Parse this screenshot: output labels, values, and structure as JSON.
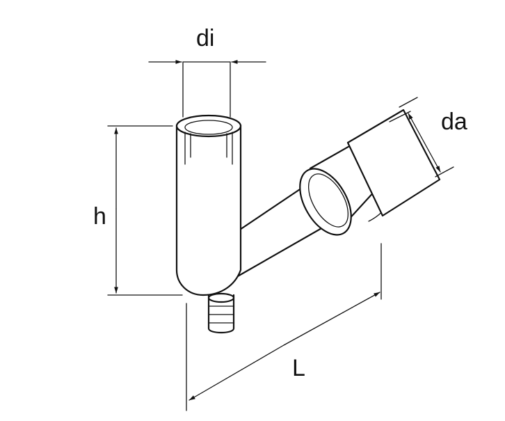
{
  "labels": {
    "di": "di",
    "da": "da",
    "h": "h",
    "L": "L"
  },
  "colors": {
    "line": "#111111",
    "background": "#ffffff"
  }
}
